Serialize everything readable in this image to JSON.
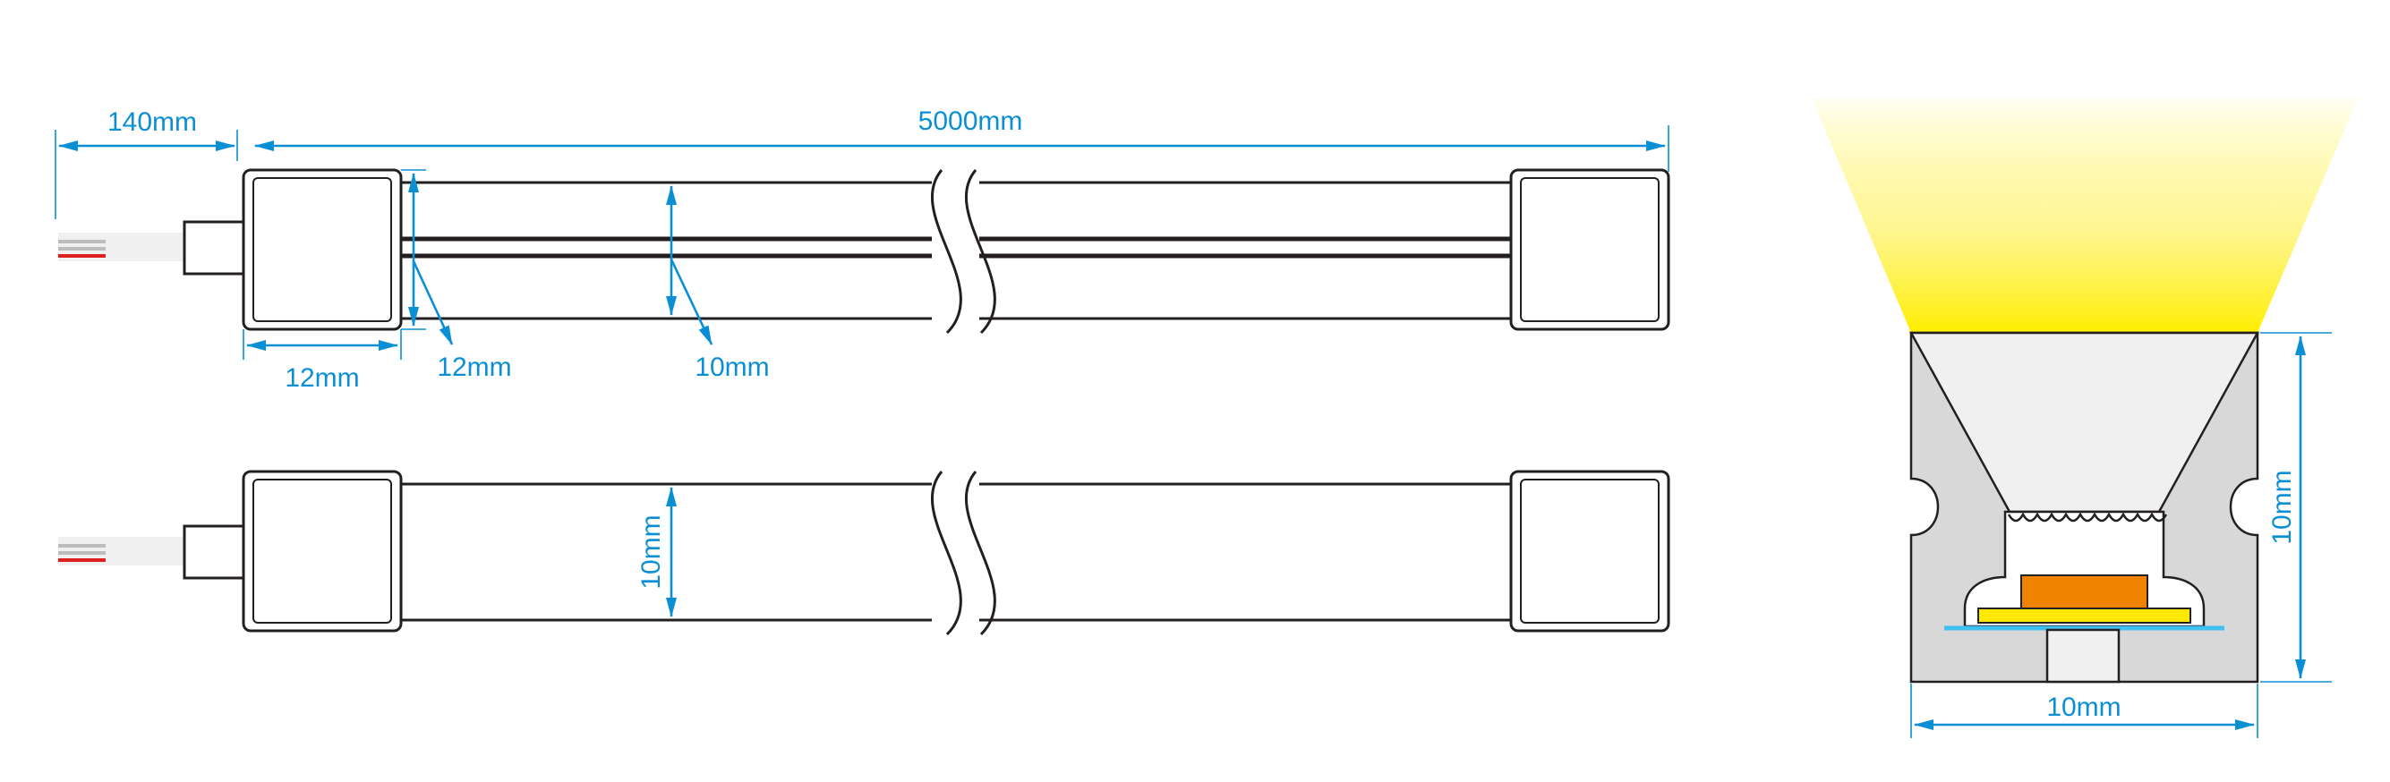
{
  "colors": {
    "dimension": "#0b8fd4",
    "outline": "#231f20",
    "strip_fill": "#f0f0f0",
    "profile_fill": "#d8d8d8",
    "light_beam": "#ffee00",
    "led_chip": "#f08300",
    "pcb": "#ffe800",
    "base_line": "#3fc0f0",
    "wire_red": "#e02020"
  },
  "dimensions": {
    "lead_length": "140mm",
    "total_length": "5000mm",
    "end_cap_width": "12mm",
    "end_cap_height": "12mm",
    "strip_height_top": "10mm",
    "strip_height_side": "10mm",
    "profile_height": "10mm",
    "profile_width": "10mm"
  }
}
